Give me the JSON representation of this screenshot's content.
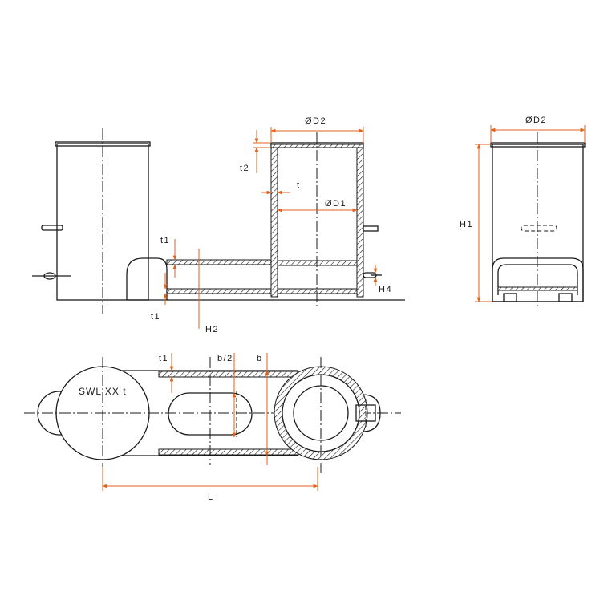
{
  "labels": {
    "d2_front": "ØD2",
    "d1": "ØD1",
    "t2": "t2",
    "t": "t",
    "t1_upper": "t1",
    "t1_lower": "t1",
    "h2": "H2",
    "h4": "H4",
    "d2_side": "ØD2",
    "h1": "H1",
    "t1_plan": "t1",
    "b_half": "b/2",
    "b": "b",
    "l": "L",
    "swl": "SWL XX t"
  },
  "colors": {
    "outline": "#1a1a1a",
    "dimension": "#e2621b"
  }
}
